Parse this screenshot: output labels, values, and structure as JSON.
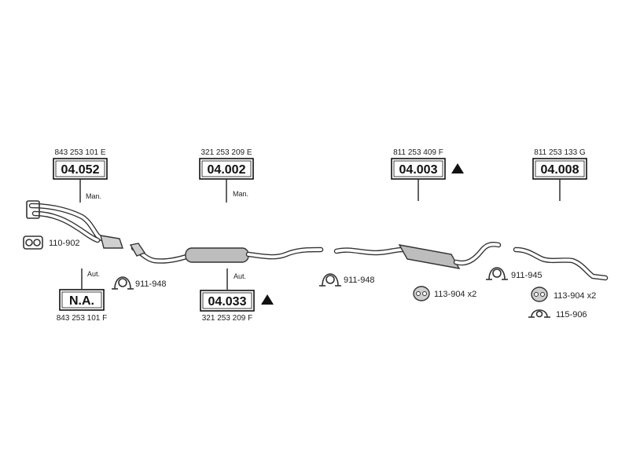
{
  "colors": {
    "ink": "#222222",
    "pipe_fill": "#ffffff",
    "muffler_fill": "#bdbdbd"
  },
  "parts": [
    {
      "code": "04.052",
      "oe_number": "843 253 101 E",
      "note": "Man.",
      "warning": false
    },
    {
      "code": "04.002",
      "oe_number": "321 253 209 E",
      "note": "Man.",
      "warning": false
    },
    {
      "code": "04.003",
      "oe_number": "811 253 409 F",
      "note": "",
      "warning": true
    },
    {
      "code": "04.008",
      "oe_number": "811 253 133 G",
      "note": "",
      "warning": false
    },
    {
      "code": "N.A.",
      "oe_number": "843 253 101 F",
      "note": "Aut.",
      "warning": false
    },
    {
      "code": "04.033",
      "oe_number": "321 253 209 F",
      "note": "Aut.",
      "warning": true
    }
  ],
  "hardware": [
    {
      "ref": "110-902",
      "icon": "flange-gasket-icon"
    },
    {
      "ref": "911-948",
      "icon": "pipe-clamp-icon"
    },
    {
      "ref": "911-948",
      "icon": "pipe-clamp-icon"
    },
    {
      "ref": "113-904 x2",
      "icon": "rubber-mount-icon"
    },
    {
      "ref": "911-945",
      "icon": "pipe-clamp-icon"
    },
    {
      "ref": "113-904 x2",
      "icon": "rubber-mount-icon"
    },
    {
      "ref": "115-906",
      "icon": "hanger-ring-icon"
    }
  ]
}
